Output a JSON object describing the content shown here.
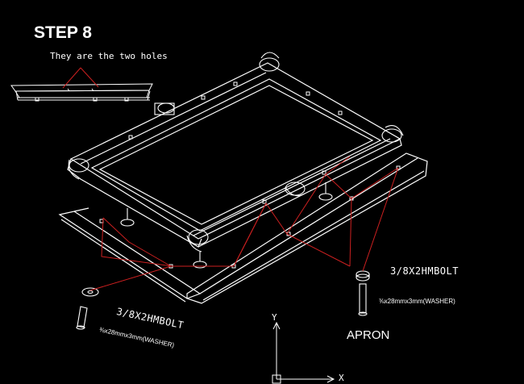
{
  "title": "STEP 8",
  "detail_note": "They are the two holes",
  "bolt_right": "3/8X2HMBOLT",
  "washer_right": "⅜x28mmx3mm(WASHER)",
  "bolt_left": "3/8X2HMBOLT",
  "washer_left": "⅜x28mmx3mm(WASHER)",
  "apron_label": "APRON",
  "axis_y": "Y",
  "axis_x": "X",
  "colors": {
    "background": "#000000",
    "lines": "#ffffff",
    "guides": "#cc2020"
  }
}
